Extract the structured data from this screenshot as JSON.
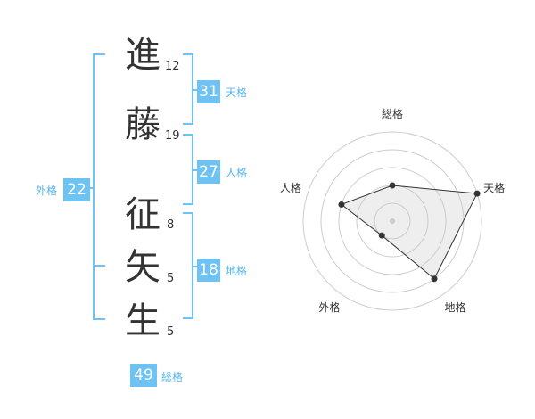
{
  "name": {
    "chars": [
      {
        "char": "進",
        "strokes": "12"
      },
      {
        "char": "藤",
        "strokes": "19"
      },
      {
        "char": "征",
        "strokes": "8"
      },
      {
        "char": "矢",
        "strokes": "5"
      },
      {
        "char": "生",
        "strokes": "5"
      }
    ]
  },
  "kaku": {
    "ten": {
      "value": "31",
      "label": "天格"
    },
    "jin": {
      "value": "27",
      "label": "人格"
    },
    "chi": {
      "value": "18",
      "label": "地格"
    },
    "gai": {
      "value": "22",
      "label": "外格"
    },
    "sou": {
      "value": "49",
      "label": "総格"
    }
  },
  "colors": {
    "accent": "#6ec3f2",
    "accent_text": "#57b6ee",
    "text": "#333333"
  },
  "chart_data": {
    "type": "radar",
    "axes": [
      "総格",
      "天格",
      "地格",
      "外格",
      "人格"
    ],
    "values": [
      2,
      5,
      4,
      1,
      3
    ],
    "max": 5,
    "levels": 5,
    "grid": true
  }
}
